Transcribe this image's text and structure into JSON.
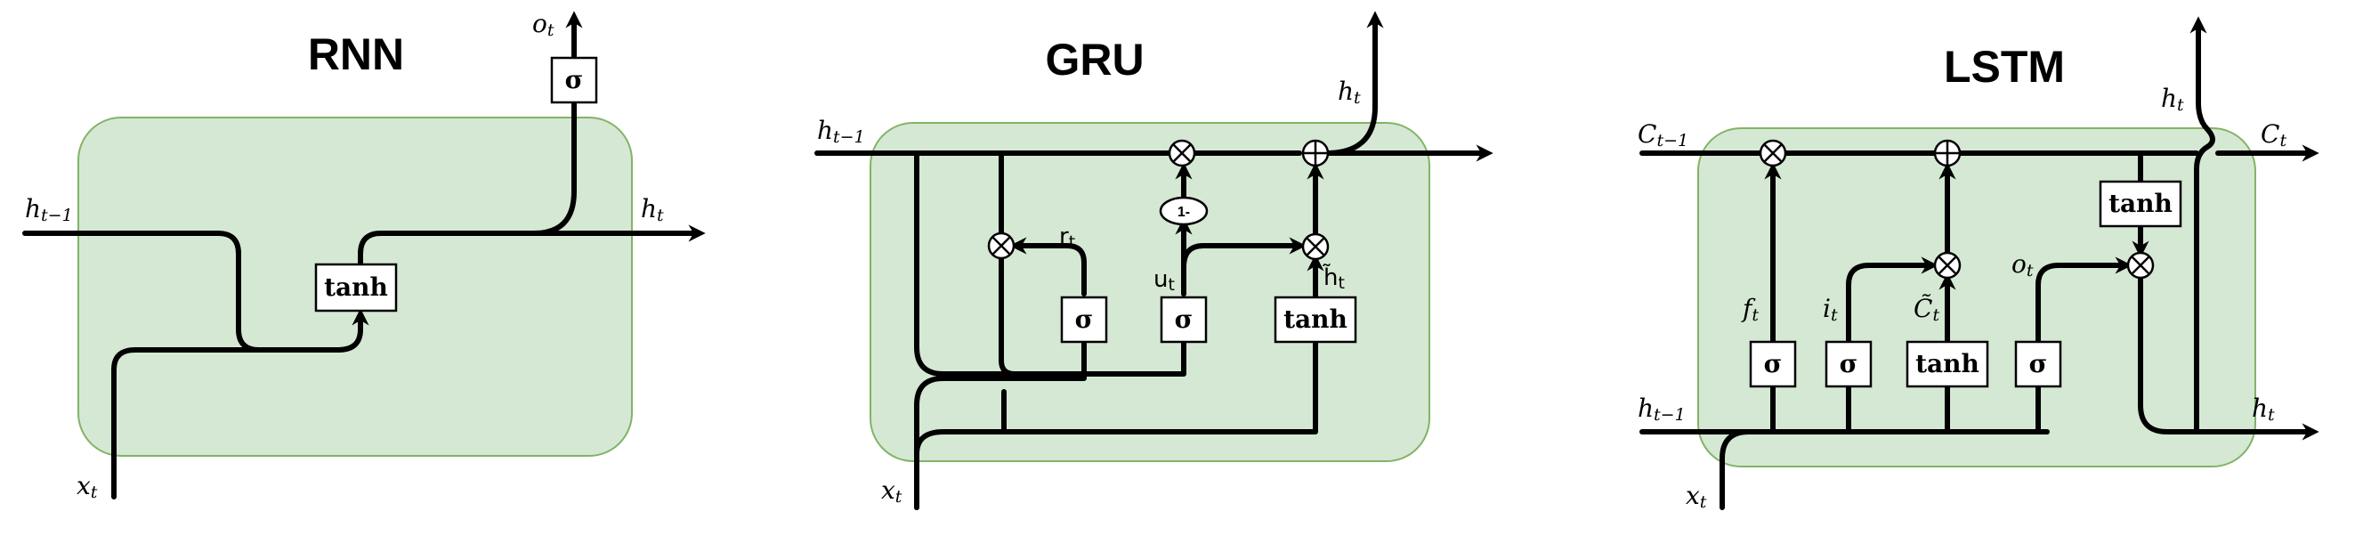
{
  "diagrams": {
    "rnn": {
      "title": "RNN",
      "gate_tanh": "tanh",
      "gate_sigma": "σ",
      "label_h_prev": {
        "main": "h",
        "sub": "t−1"
      },
      "label_h_out": {
        "main": "h",
        "sub": "t"
      },
      "label_o_out": {
        "main": "o",
        "sub": "t"
      },
      "label_x": {
        "main": "x",
        "sub": "t"
      }
    },
    "gru": {
      "title": "GRU",
      "gate_sigma_r": "σ",
      "gate_sigma_u": "σ",
      "gate_tanh": "tanh",
      "one_minus": "1-",
      "label_h_prev": {
        "main": "h",
        "sub": "t−1"
      },
      "label_h_out": {
        "main": "h",
        "sub": "t"
      },
      "label_r": {
        "main": "r",
        "sub": "t"
      },
      "label_u": {
        "main": "u",
        "sub": "t"
      },
      "label_h_tilde": {
        "main": "h̃",
        "sub": "t"
      },
      "label_x": {
        "main": "x",
        "sub": "t"
      }
    },
    "lstm": {
      "title": "LSTM",
      "gate_sigma_f": "σ",
      "gate_sigma_i": "σ",
      "gate_tanh_c": "tanh",
      "gate_sigma_o": "σ",
      "gate_tanh_out": "tanh",
      "label_c_prev": {
        "main": "C",
        "sub": "t−1"
      },
      "label_c_out": {
        "main": "C",
        "sub": "t"
      },
      "label_h_top": {
        "main": "h",
        "sub": "t"
      },
      "label_h_prev": {
        "main": "h",
        "sub": "t−1"
      },
      "label_h_out": {
        "main": "h",
        "sub": "t"
      },
      "label_f": {
        "main": "f",
        "sub": "t"
      },
      "label_i": {
        "main": "i",
        "sub": "t"
      },
      "label_c_tilde": {
        "main": "C̃",
        "sub": "t"
      },
      "label_o": {
        "main": "o",
        "sub": "t"
      },
      "label_x": {
        "main": "x",
        "sub": "t"
      }
    }
  }
}
